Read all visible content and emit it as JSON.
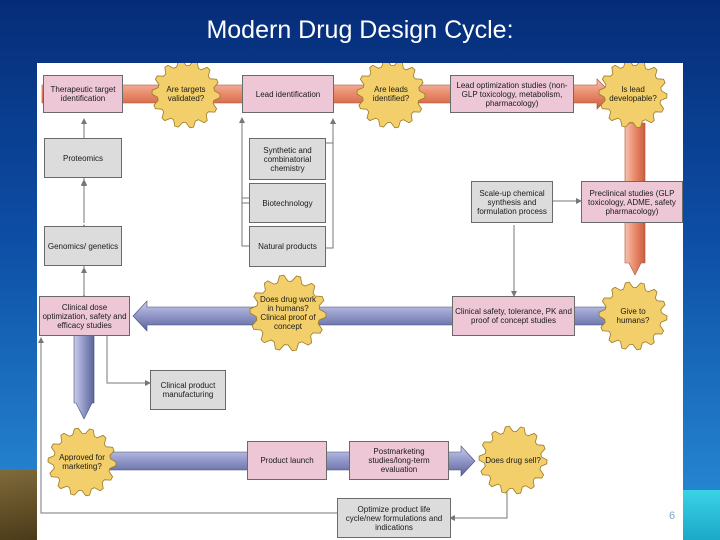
{
  "title": "Modern Drug Design Cycle:",
  "slide_number": "6",
  "colors": {
    "pink_box": "#edc7d5",
    "grey_box": "#dcdcdc",
    "gear": "#f2cf6b",
    "orange_arrow": "#e9896b",
    "blue_arrow": "#8f96c6"
  },
  "boxes": {
    "target_id": "Therapeutic target identification",
    "lead_id": "Lead identification",
    "lead_opt": "Lead optimization studies (non-GLP toxicology, metabolism, pharmacology)",
    "proteomics": "Proteomics",
    "synthetic": "Synthetic and combinatorial chemistry",
    "biotech": "Biotechnology",
    "natural": "Natural products",
    "genomics": "Genomics/ genetics",
    "scaleup": "Scale-up chemical synthesis and formulation process",
    "preclinical": "Preclinical studies (GLP toxicology, ADME, safety pharmacology)",
    "clinical_dose": "Clinical dose optimization, safety and efficacy studies",
    "clinical_safety": "Clinical safety, tolerance, PK and proof of concept studies",
    "manufacturing": "Clinical product manufacturing",
    "launch": "Product launch",
    "postmarketing": "Postmarketing studies/long-term evaluation",
    "optimize": "Optimize product life cycle/new formulations and indications"
  },
  "gears": {
    "targets_validated": "Are targets validated?",
    "leads_identified": "Are leads identified?",
    "lead_developable": "Is lead developable?",
    "drug_work": "Does drug work in humans? Clinical proof of concept",
    "give_humans": "Give to humans?",
    "approved": "Approved for marketing?",
    "drug_sell": "Does drug sell?"
  }
}
